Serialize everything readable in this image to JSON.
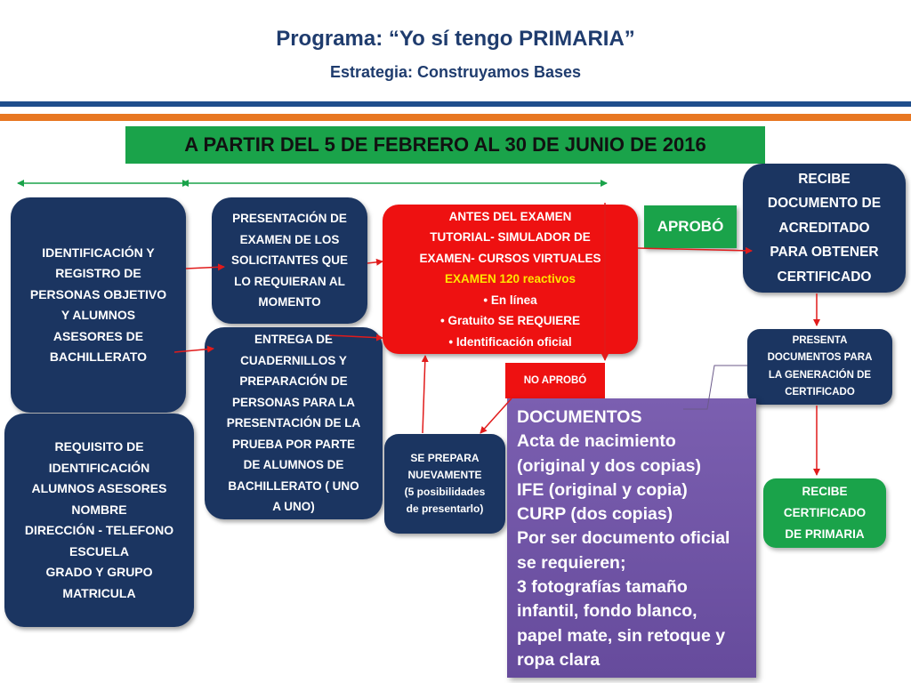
{
  "header": {
    "title": "Programa: “Yo sí tengo PRIMARIA”",
    "subtitle": "Estrategia:  Construyamos Bases"
  },
  "colors": {
    "navy": "#1b3561",
    "red": "#ee1111",
    "green": "#1aa34a",
    "purple": "#664b9c",
    "stripe_blue": "#1f4e8c",
    "stripe_orange": "#e87722"
  },
  "banner": {
    "text": "A PARTIR DEL 5 DE FEBRERO AL 30 DE  JUNIO DE 2016"
  },
  "boxes": {
    "identificacion": {
      "lines": [
        "IDENTIFICACIÓN  Y",
        "REGISTRO DE",
        "PERSONAS OBJETIVO",
        "Y  ALUMNOS",
        "ASESORES  DE",
        "BACHILLERATO"
      ]
    },
    "requisito": {
      "lines": [
        "REQUISITO DE",
        "IDENTIFICACIÓN",
        "ALUMNOS ASESORES",
        "NOMBRE",
        "DIRECCIÓN - TELEFONO",
        "ESCUELA",
        "GRADO Y GRUPO",
        "MATRICULA"
      ]
    },
    "presentacion": {
      "lines": [
        "PRESENTACIÓN DE",
        "EXAMEN DE LOS",
        "SOLICITANTES QUE",
        "LO REQUIERAN AL",
        "MOMENTO"
      ]
    },
    "entrega": {
      "lines": [
        "ENTREGA DE",
        "CUADERNILLOS Y",
        "PREPARACIÓN DE",
        "PERSONAS PARA LA",
        "PRESENTACIÓN DE LA",
        "PRUEBA POR PARTE",
        "DE ALUMNOS DE",
        "BACHILLERATO ( UNO",
        "A UNO)"
      ]
    },
    "antes": {
      "lines": [
        "ANTES DEL EXAMEN",
        "TUTORIAL- SIMULADOR DE",
        "EXAMEN- CURSOS VIRTUALES"
      ],
      "highlight": "EXAMEN 120 reactivos",
      "bullets": [
        "• En línea",
        "• Gratuito SE REQUIERE",
        "• Identificación oficial"
      ]
    },
    "aprobo": {
      "text": "APROBÓ"
    },
    "no_aprobo": {
      "text": "NO APROBÓ"
    },
    "se_prepara": {
      "lines": [
        "SE PREPARA",
        "NUEVAMENTE",
        "(5 posibilidades",
        "de presentarlo)"
      ]
    },
    "recibe_doc": {
      "lines": [
        "RECIBE",
        "DOCUMENTO DE",
        "ACREDITADO",
        "PARA OBTENER",
        "CERTIFICADO"
      ]
    },
    "presenta": {
      "lines": [
        "PRESENTA",
        "DOCUMENTOS PARA",
        "LA GENERACIÓN DE",
        "CERTIFICADO"
      ]
    },
    "recibe_cert": {
      "lines": [
        "RECIBE",
        "CERTIFICADO",
        "DE PRIMARIA"
      ]
    },
    "documentos": {
      "lines": [
        "DOCUMENTOS",
        "Acta de nacimiento",
        "(original y dos copias)",
        "IFE (original y copia)",
        "CURP (dos copias)",
        "Por ser documento oficial",
        "se requieren;",
        "3 fotografías tamaño",
        "infantil, fondo blanco,",
        "papel mate, sin retoque y",
        "ropa clara"
      ]
    }
  }
}
